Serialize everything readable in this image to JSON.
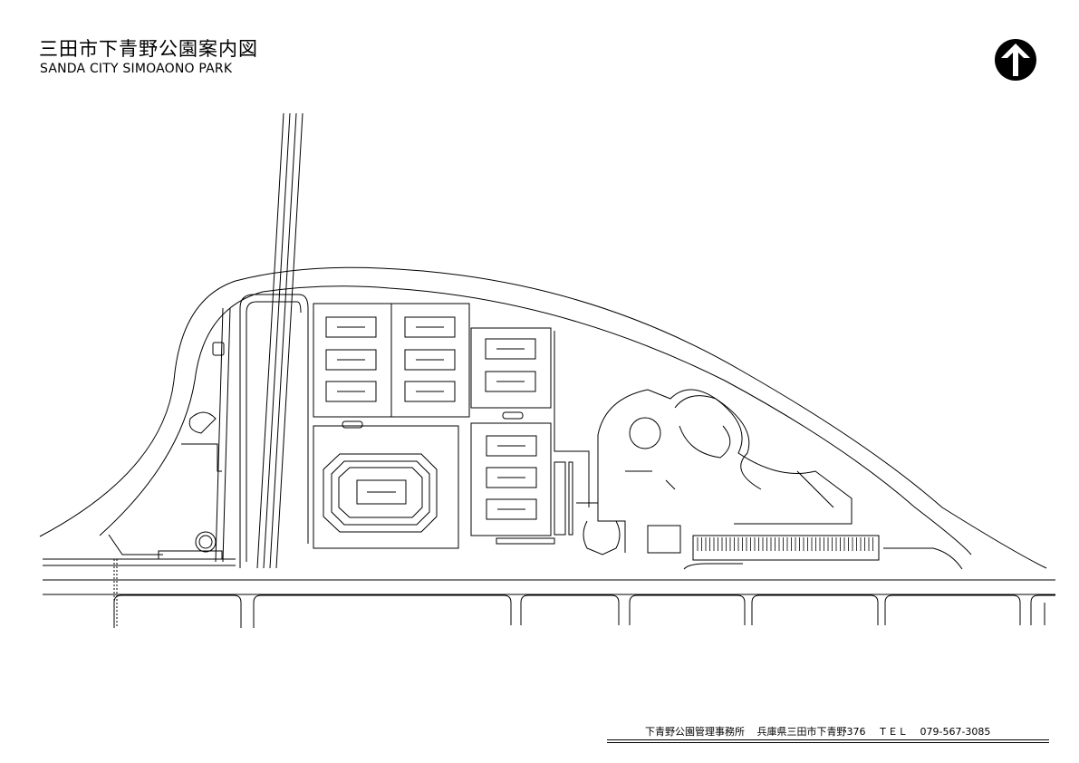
{
  "header": {
    "title_jp": "三田市下青野公園案内図",
    "title_en": "SANDA CITY SIMOAONO PARK"
  },
  "north_arrow": {
    "icon": "north-arrow-icon",
    "color": "#000000"
  },
  "footer": {
    "office": "下青野公園管理事務所",
    "address": "兵庫県三田市下青野376",
    "tel_label": "ＴＥＬ",
    "tel": "079-567-3085"
  }
}
